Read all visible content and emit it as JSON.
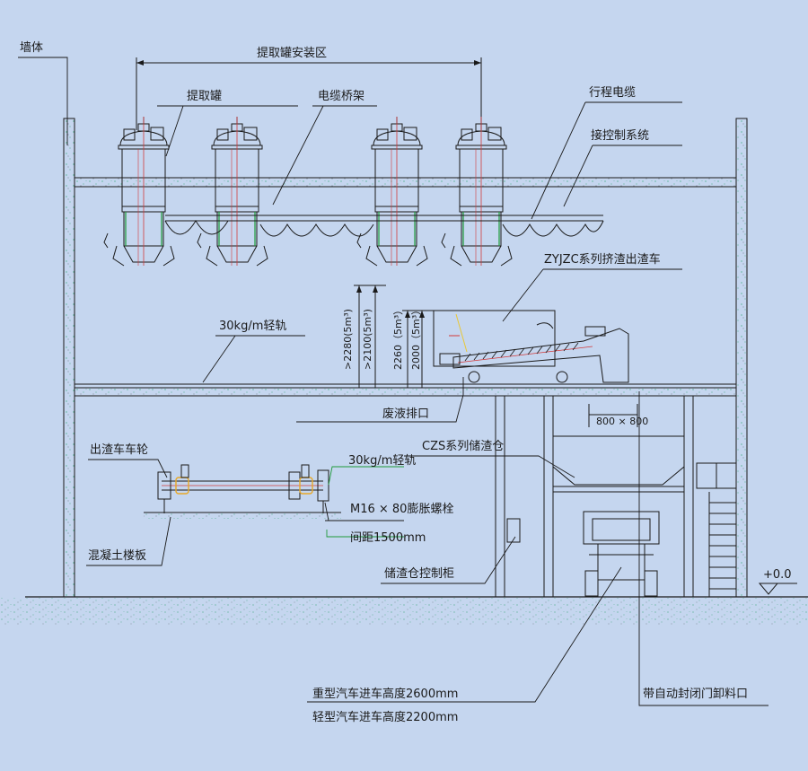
{
  "labels": {
    "wall": "墙体",
    "install_zone": "提取罐安装区",
    "tank": "提取罐",
    "cable_tray": "电缆桥架",
    "travel_cable": "行程电缆",
    "control_system": "接控制系统",
    "slag_cart": "ZYJZC系列挤渣出渣车",
    "rail_top": "30kg/m轻轨",
    "dim_2280": ">2280(5m³)",
    "dim_2100": ">2100(5m³)",
    "dim_2260": "2260（5m³）",
    "dim_2000": "2000（5m³）",
    "waste_outlet": "废液排口",
    "opening_size": "800 × 800",
    "storage_bin": "CZS系列储渣仓",
    "wheel": "出渣车车轮",
    "rail_detail": "30kg/m轻轨",
    "bolt": "M16 × 80膨胀螺栓",
    "spacing": "间距1500mm",
    "floor_slab": "混凝土楼板",
    "bin_control": "储渣仓控制柜",
    "elevation": "+0.0",
    "heavy_truck": "重型汽车进车高度2600mm",
    "light_truck": "轻型汽车进车高度2200mm",
    "discharge": "带自动封闭门卸料口"
  },
  "colors": {
    "background": "#c5d6ef",
    "line": "#1a1a1a",
    "tank_axis": "#d23a3a",
    "green_leader": "#1e9a3a",
    "speckle": "#2aa36a"
  }
}
